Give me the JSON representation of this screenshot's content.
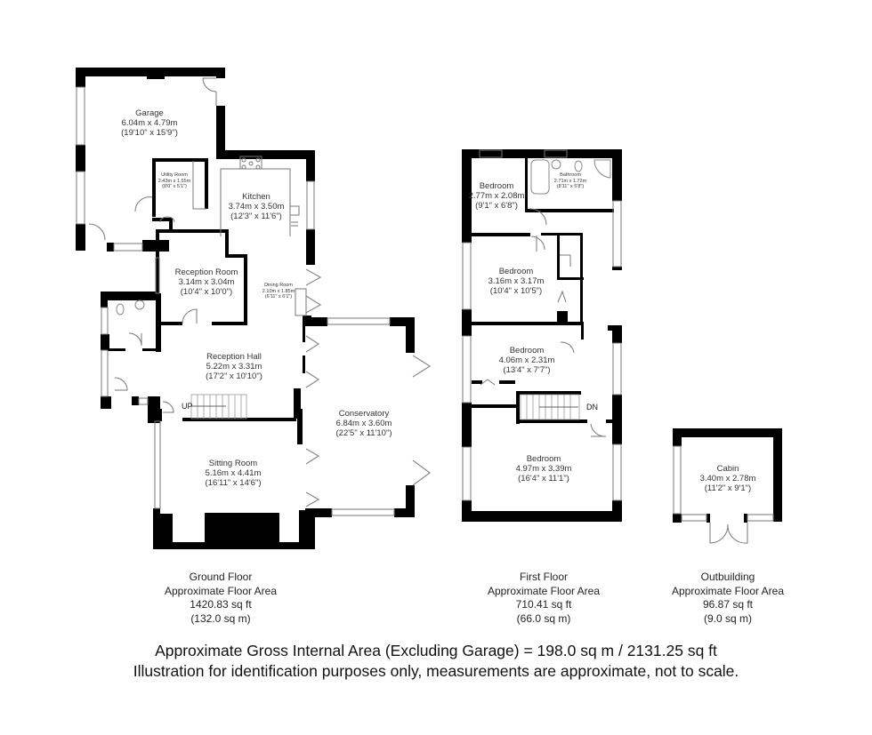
{
  "ground_floor": {
    "rooms": [
      {
        "name": "Garage",
        "metric": "6.04m x 4.79m",
        "imperial": "(19'10\" x 15'9\")"
      },
      {
        "name": "Utility Room",
        "metric": "2.43m x 1.55m",
        "imperial": "(8'0\" x 5'1\")"
      },
      {
        "name": "Kitchen",
        "metric": "3.74m x 3.50m",
        "imperial": "(12'3\" x 11'6\")"
      },
      {
        "name": "Reception Room",
        "metric": "3.14m x 3.04m",
        "imperial": "(10'4\" x 10'0\")"
      },
      {
        "name": "Dining Room",
        "metric": "2.10m x 1.85m",
        "imperial": "(6'11\" x 6'1\")"
      },
      {
        "name": "Reception Hall",
        "metric": "5.22m x 3.31m",
        "imperial": "(17'2\" x 10'10\")"
      },
      {
        "name": "Conservatory",
        "metric": "6.84m x 3.60m",
        "imperial": "(22'5\" x 11'10\")"
      },
      {
        "name": "Sitting Room",
        "metric": "5.16m x 4.41m",
        "imperial": "(16'11\" x 14'6\")"
      }
    ],
    "stair_label": "UP",
    "summary": {
      "title": "Ground Floor",
      "subtitle": "Approximate Floor Area",
      "sqft": "1420.83 sq ft",
      "sqm": "(132.0 sq m)"
    }
  },
  "first_floor": {
    "rooms": [
      {
        "name": "Bedroom",
        "metric": "2.77m x 2.08m",
        "imperial": "(9'1\" x 6'8\")"
      },
      {
        "name": "Bathroom",
        "metric": "2.71m x 1.72m",
        "imperial": "(8'11\" x 5'8\")"
      },
      {
        "name": "Bedroom",
        "metric": "3.16m x 3.17m",
        "imperial": "(10'4\" x 10'5\")"
      },
      {
        "name": "Bedroom",
        "metric": "4.06m x 2.31m",
        "imperial": "(13'4\" x 7'7\")"
      },
      {
        "name": "Bedroom",
        "metric": "4.97m x 3.39m",
        "imperial": "(16'4\" x 11'1\")"
      }
    ],
    "stair_label": "DN",
    "summary": {
      "title": "First Floor",
      "subtitle": "Approximate Floor Area",
      "sqft": "710.41 sq ft",
      "sqm": "(66.0 sq m)"
    }
  },
  "outbuilding": {
    "rooms": [
      {
        "name": "Cabin",
        "metric": "3.40m x 2.78m",
        "imperial": "(11'2\" x 9'1\")"
      }
    ],
    "summary": {
      "title": "Outbuilding",
      "subtitle": "Approximate Floor Area",
      "sqft": "96.87 sq ft",
      "sqm": "(9.0 sq m)"
    }
  },
  "footer": {
    "gross_area": "Approximate Gross Internal Area (Excluding Garage) = 198.0 sq m / 2131.25 sq ft",
    "disclaimer": "Illustration for identification purposes only, measurements are approximate, not to scale."
  },
  "colors": {
    "wall": "#000000",
    "line": "#6b6b6b",
    "background": "#ffffff"
  }
}
